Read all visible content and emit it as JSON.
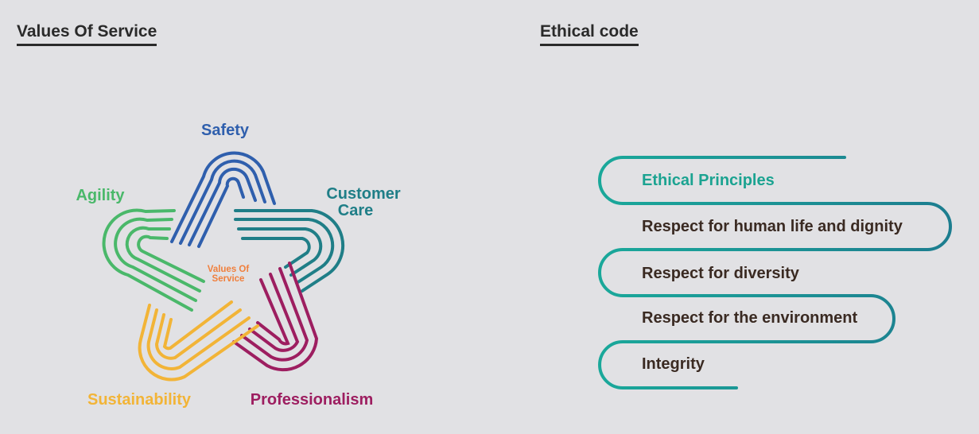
{
  "values_section": {
    "title": "Values Of Service",
    "center_label": [
      "Values Of",
      "Service"
    ],
    "labels": {
      "safety": {
        "text": [
          "Safety"
        ],
        "color": "#2f5fad"
      },
      "customer_care": {
        "text": [
          "Customer",
          "Care"
        ],
        "color": "#1f7e87"
      },
      "professionalism": {
        "text": [
          "Professionalism"
        ],
        "color": "#9d1e60"
      },
      "sustainability": {
        "text": [
          "Sustainability"
        ],
        "color": "#f2b437"
      },
      "agility": {
        "text": [
          "Agility"
        ],
        "color": "#4ab86a"
      }
    },
    "center_color": "#f07f3c"
  },
  "ethics_section": {
    "title": "Ethical code",
    "items": [
      {
        "label": "Ethical Principles",
        "color": "#1ba391"
      },
      {
        "label": "Respect for human life and dignity",
        "color": "#3a2a22"
      },
      {
        "label": "Respect for diversity",
        "color": "#3a2a22"
      },
      {
        "label": "Respect for the environment",
        "color": "#3a2a22"
      },
      {
        "label": "Integrity",
        "color": "#3a2a22"
      }
    ]
  }
}
